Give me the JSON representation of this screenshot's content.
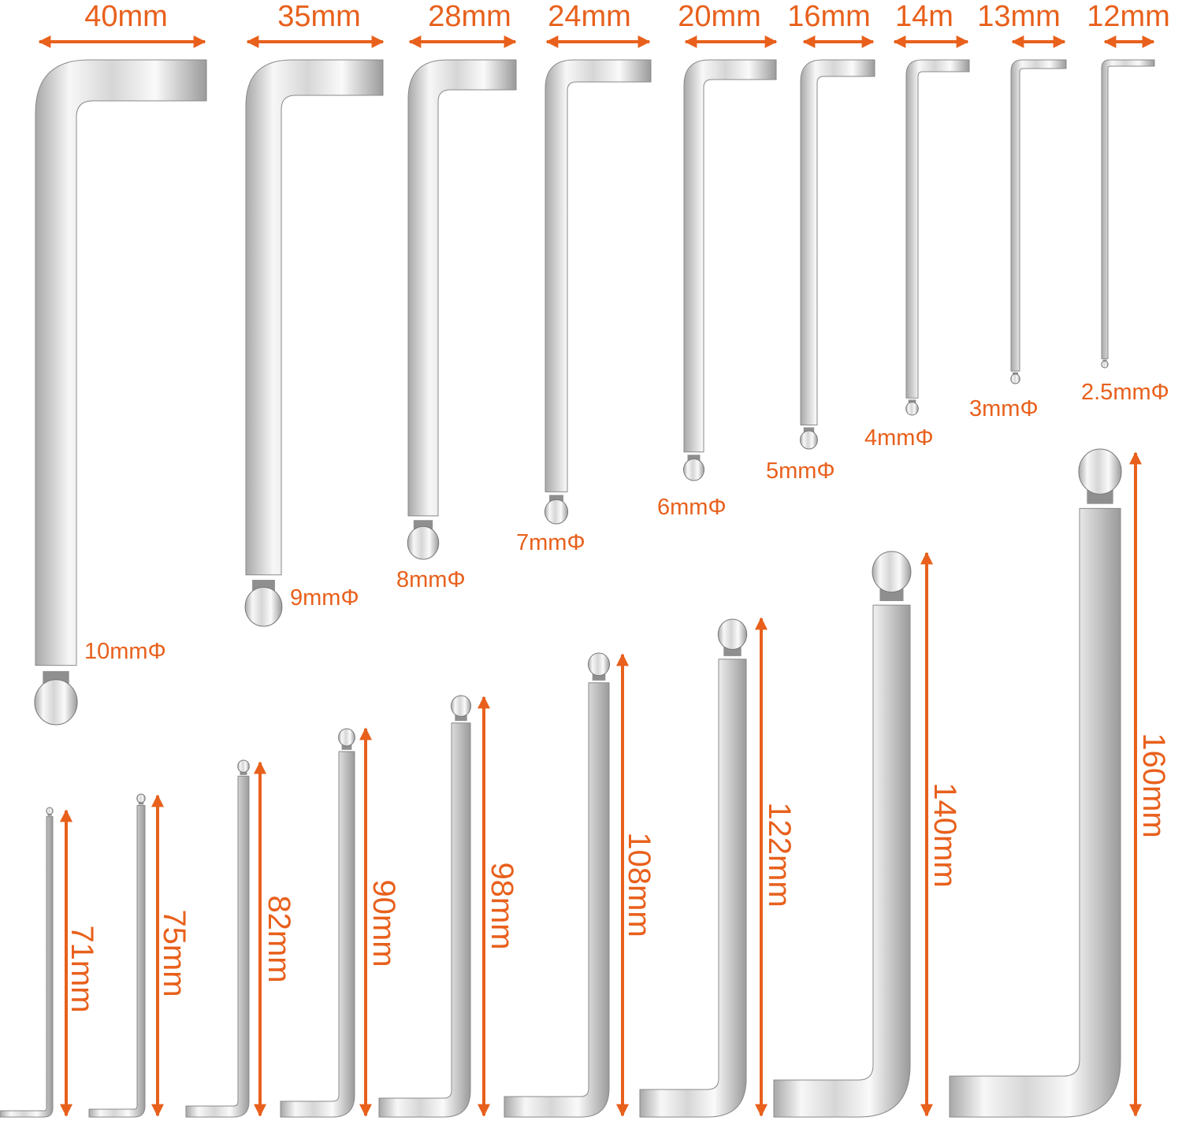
{
  "colors": {
    "accent": "#E8601C",
    "steel_light": "#f4f4f4",
    "steel_dark": "#9a9a9a"
  },
  "top_row": [
    {
      "arm_length": "40mm",
      "diameter": "10mmΦ"
    },
    {
      "arm_length": "35mm",
      "diameter": "9mmΦ"
    },
    {
      "arm_length": "28mm",
      "diameter": "8mmΦ"
    },
    {
      "arm_length": "24mm",
      "diameter": "7mmΦ"
    },
    {
      "arm_length": "20mm",
      "diameter": "6mmΦ"
    },
    {
      "arm_length": "16mm",
      "diameter": "5mmΦ"
    },
    {
      "arm_length": "14m",
      "diameter": "4mmΦ"
    },
    {
      "arm_length": "13mm",
      "diameter": "3mmΦ"
    },
    {
      "arm_length": "12mm",
      "diameter": "2.5mmΦ"
    }
  ],
  "bottom_row": [
    {
      "length": "71mm"
    },
    {
      "length": "75mm"
    },
    {
      "length": "82mm"
    },
    {
      "length": "90mm"
    },
    {
      "length": "98mm"
    },
    {
      "length": "108mm"
    },
    {
      "length": "122mm"
    },
    {
      "length": "140mm"
    },
    {
      "length": "160mm"
    }
  ]
}
